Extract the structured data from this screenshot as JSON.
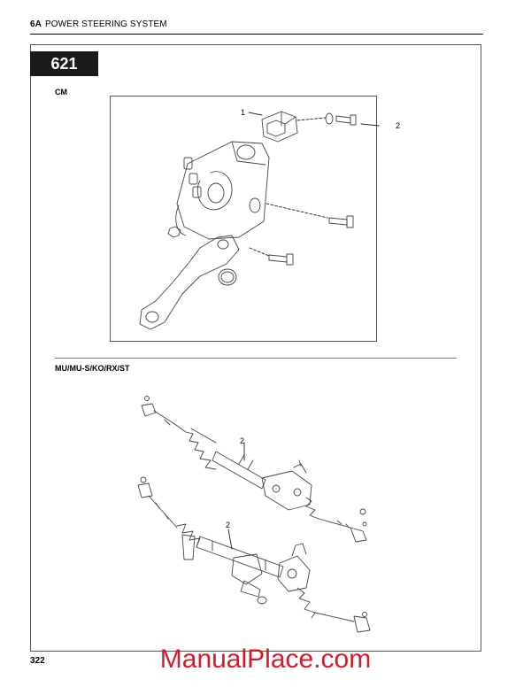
{
  "header": {
    "section_code": "6A",
    "section_title": "POWER STEERING SYSTEM"
  },
  "figure_number": "621",
  "variants": [
    {
      "label": "CM",
      "callouts": [
        "1",
        "2"
      ]
    },
    {
      "label": "MU/MU-S/KO/RX/ST",
      "callouts": [
        "2",
        "2"
      ]
    }
  ],
  "page_number": "322",
  "watermark": "ManualPlace.com"
}
